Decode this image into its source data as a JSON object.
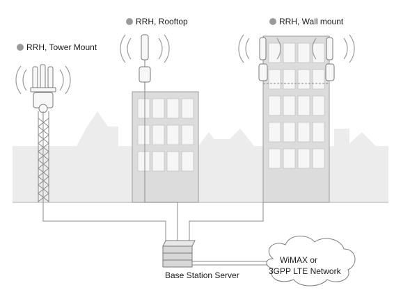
{
  "labels": {
    "tower": "RRH, Tower Mount",
    "rooftop": "RRH, Rooftop",
    "wall": "RRH, Wall mount",
    "server": "Base Station Server",
    "network_line1": "WiMAX or",
    "network_line2": "3GPP LTE Network"
  },
  "colors": {
    "skyline": "#e9e9e9",
    "building": "#dcdcdc",
    "window": "#f4f4f4",
    "line": "#8a8a8a",
    "icon": "#7a7a7a"
  },
  "icons": [
    "antenna-icon",
    "server-icon",
    "cloud-icon",
    "radio-waves-icon"
  ]
}
